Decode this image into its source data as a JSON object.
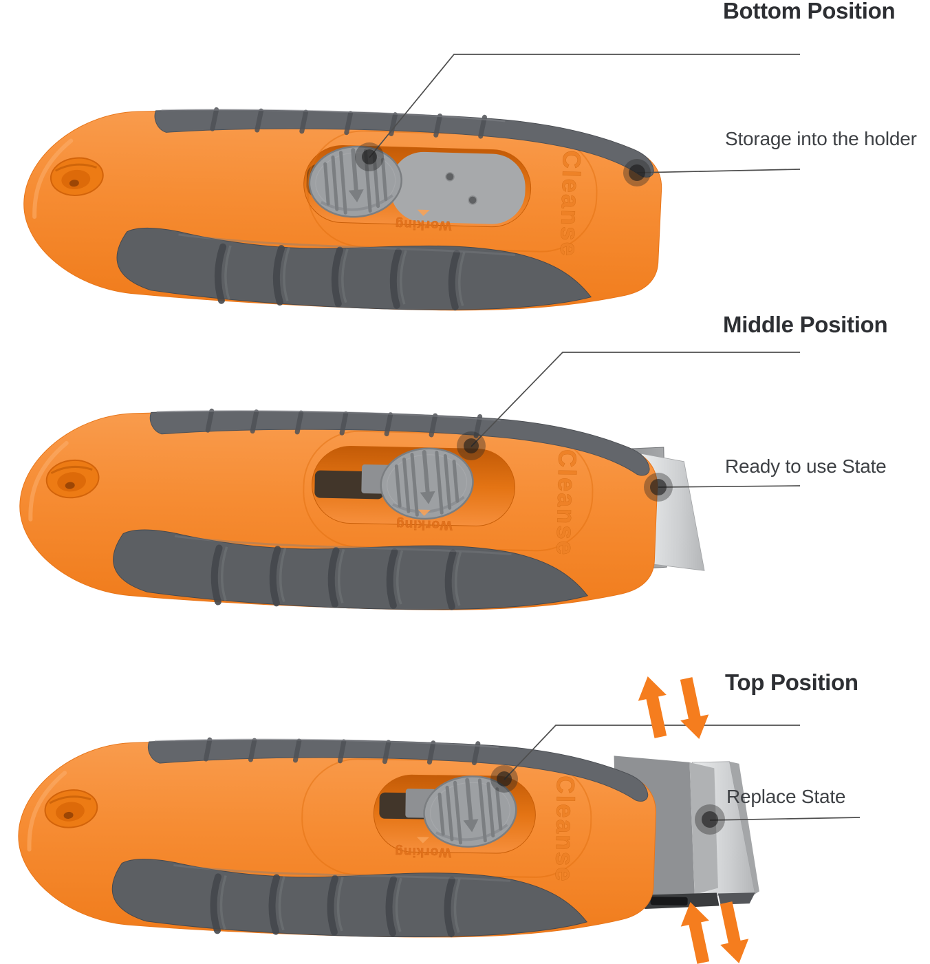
{
  "sections": [
    {
      "id": "bottom-position",
      "heading": "Bottom Position",
      "description": "Storage into the holder"
    },
    {
      "id": "middle-position",
      "heading": "Middle Position",
      "description": "Ready to use State"
    },
    {
      "id": "top-position",
      "heading": "Top Position",
      "description": "Replace State"
    }
  ],
  "product": {
    "brand_text": "Cleanse",
    "slider_label": "Working"
  },
  "icons": [
    {
      "name": "up-arrow-icon",
      "glyph": "↑"
    },
    {
      "name": "down-arrow-icon",
      "glyph": "↓"
    },
    {
      "name": "callout-dot-icon",
      "glyph": "●"
    }
  ],
  "colors": {
    "background": "#FFFFFF",
    "body_orange": "#F68C33",
    "body_orange_light": "#F99C4E",
    "body_orange_dark": "#F07C1C",
    "embossed_orange": "#EE8126",
    "embossed_orange_stroke": "#CE660E",
    "grip_gray": "#63666B",
    "grip_gray_dark": "#5C5F63",
    "slider_gray": "#9DA0A3",
    "slider_gray_dark": "#7B7E81",
    "plate_gray": "#A7A9AB",
    "blade_gray": "#CDCFD1",
    "holder_gray": "#8F9194",
    "arrow_orange": "#F57D1E",
    "heading_text": "#2D2F33",
    "label_text": "#3E4145",
    "callout_line": "#4E4E4E"
  }
}
